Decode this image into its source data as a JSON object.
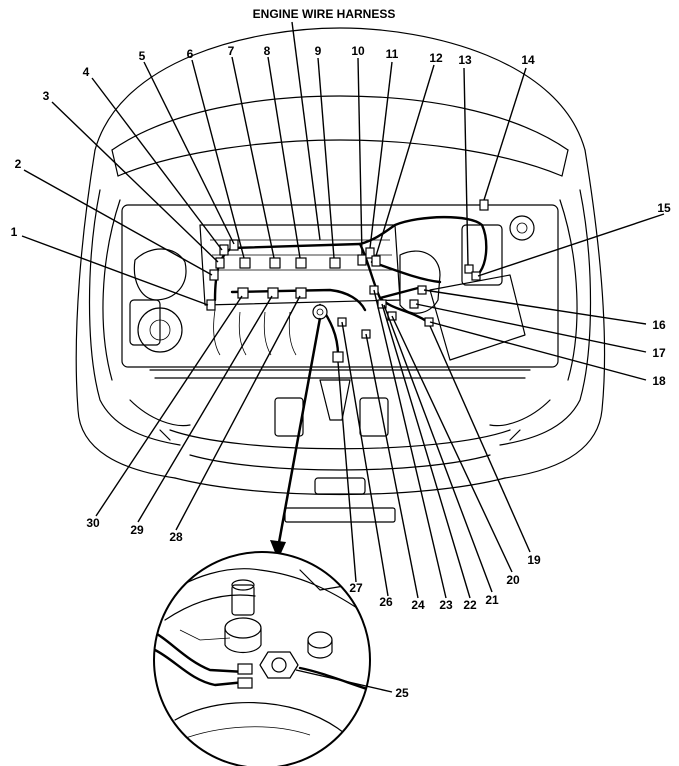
{
  "title": "ENGINE WIRE HARNESS",
  "callouts": [
    "1",
    "2",
    "3",
    "4",
    "5",
    "6",
    "7",
    "8",
    "9",
    "10",
    "11",
    "12",
    "13",
    "14",
    "15",
    "16",
    "17",
    "18",
    "19",
    "20",
    "21",
    "22",
    "23",
    "24",
    "25",
    "26",
    "27",
    "28",
    "29",
    "30"
  ],
  "detail_callout": "25"
}
